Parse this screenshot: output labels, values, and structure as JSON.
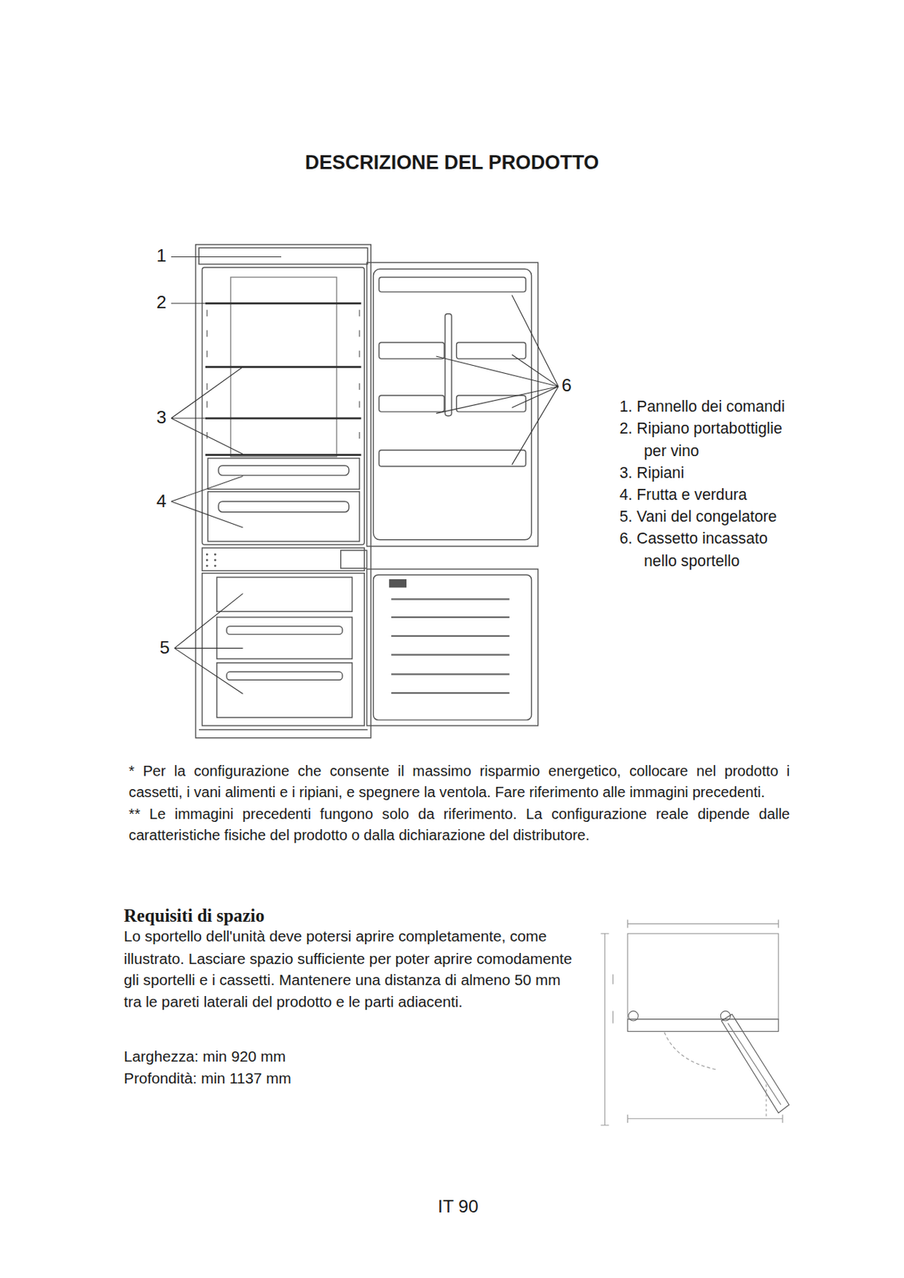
{
  "diagram": {
    "title": "DESCRIZIONE DEL PRODOTTO",
    "labels": [
      "1",
      "2",
      "6",
      "3",
      "4",
      "5",
      "1. Pannello dei comandi",
      "2. Ripiano portabottiglie per vino",
      "3. Ripiani",
      "4. Frutta e verdura",
      "5. Vani del congelatore",
      "6. Cassetto incassato nello sportello",
      "* Per la configurazione che consente il massimo risparmio energetico, collocare nel prodotto i cassetti, i vani alimenti e i ripiani, e spegnere la ventola. Fare riferimento alle immagini precedenti.",
      "** Le immagini precedenti fungono solo da riferimento. La configurazione reale dipende dalle caratteristiche fisiche del prodotto o dalla dichiarazione del distributore.",
      "Requisiti di spazio",
      "Lo sportello dell'unità deve potersi aprire completamente, come illustrato. Lasciare spazio sufficiente per poter aprire comodamente gli sportelli e i cassetti. Mantenere una distanza di almeno 50 mm tra le pareti laterali del prodotto e le parti adiacenti.",
      "Larghezza: min 920 mm",
      "Profondità: min 1137 mm",
      "IT 90"
    ]
  }
}
